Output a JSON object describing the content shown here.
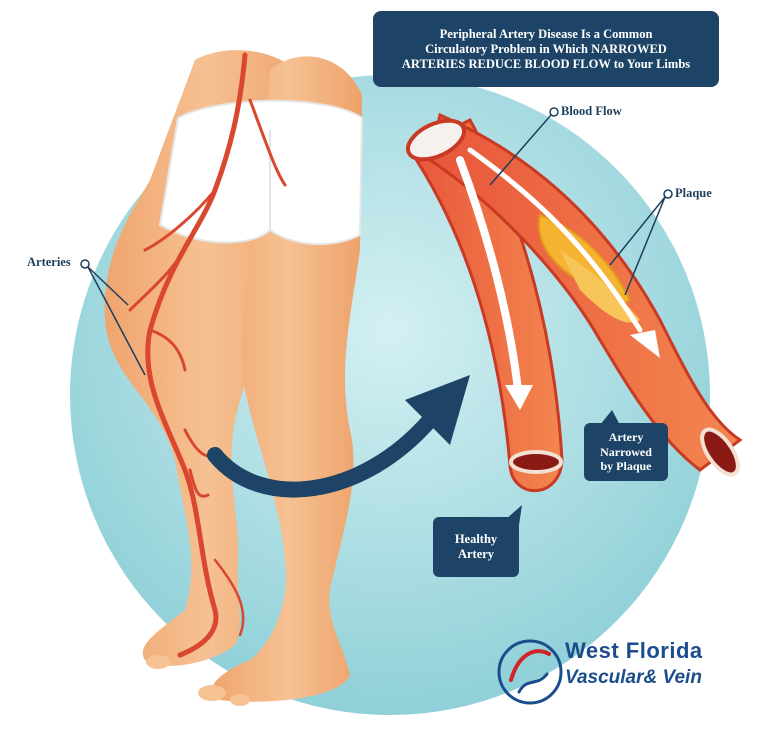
{
  "title": {
    "line1": "Peripheral Artery Disease Is a Common",
    "line2": "Circulatory Problem in Which NARROWED",
    "line3": "ARTERIES REDUCE BLOOD FLOW to Your Limbs"
  },
  "labels": {
    "blood_flow": "Blood Flow",
    "plaque": "Plaque",
    "arteries": "Arteries"
  },
  "callouts": {
    "narrowed_line1": "Artery",
    "narrowed_line2": "Narrowed",
    "narrowed_line3": "by Plaque",
    "healthy_line1": "Healthy",
    "healthy_line2": "Artery"
  },
  "logo": {
    "line1": "West Florida",
    "line2": "Vascular& Vein"
  },
  "colors": {
    "navy": "#1d4466",
    "circle": "#a9dce2",
    "skin": "#f3b483",
    "artery": "#d9472f",
    "plaque": "#f5b332",
    "brand_blue": "#1b4d8c",
    "brand_red": "#d0232a"
  }
}
